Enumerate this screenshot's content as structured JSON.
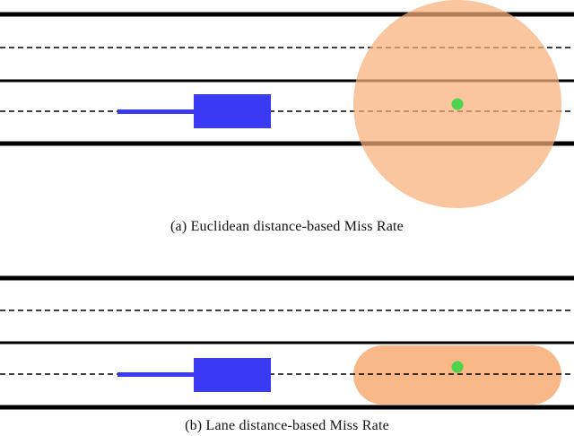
{
  "colors": {
    "road_line": "#000000",
    "vehicle": "#3a3af5",
    "trajectory": "#3a3af5",
    "miss_region": "#f7b07a",
    "ground_truth_point": "#4dd44d"
  },
  "icons": {
    "vehicle": "rectangle",
    "ground_truth": "green-dot"
  },
  "panels": [
    {
      "caption": "(a) Euclidean distance-based Miss Rate",
      "region_shape": "circle"
    },
    {
      "caption": "(b) Lane distance-based Miss Rate",
      "region_shape": "stadium"
    }
  ]
}
